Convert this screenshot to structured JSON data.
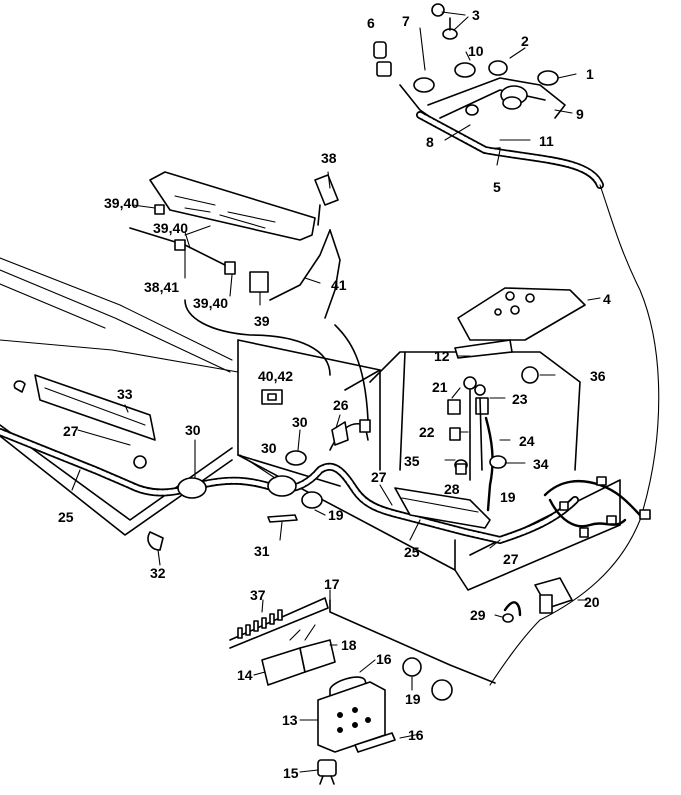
{
  "callouts": {
    "c1": "1",
    "c2": "2",
    "c3": "3",
    "c4": "4",
    "c5": "5",
    "c6": "6",
    "c7": "7",
    "c8": "8",
    "c9": "9",
    "c10": "10",
    "c11": "11",
    "c12": "12",
    "c13": "13",
    "c14": "14",
    "c15": "15",
    "c16a": "16",
    "c16b": "16",
    "c17": "17",
    "c18": "18",
    "c19a": "19",
    "c19b": "19",
    "c19c": "19",
    "c20": "20",
    "c21": "21",
    "c22": "22",
    "c23": "23",
    "c24": "24",
    "c25a": "25",
    "c25b": "25",
    "c26": "26",
    "c27a": "27",
    "c27b": "27",
    "c27c": "27",
    "c28": "28",
    "c29": "29",
    "c30a": "30",
    "c30b": "30",
    "c30c": "30",
    "c31": "31",
    "c32": "32",
    "c33": "33",
    "c34": "34",
    "c35": "35",
    "c36": "36",
    "c37": "37",
    "c38": "38",
    "c38_41": "38,41",
    "c39": "39",
    "c39_40a": "39,40",
    "c39_40b": "39,40",
    "c39_40c": "39,40",
    "c40_42": "40,42",
    "c41": "41"
  }
}
